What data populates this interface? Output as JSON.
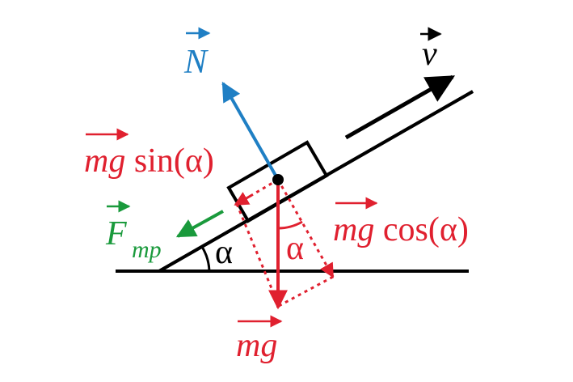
{
  "colors": {
    "black": "#000000",
    "blue": "#1f7fc4",
    "red": "#e0202f",
    "green": "#1a9a3c"
  },
  "labels": {
    "normal": "N",
    "velocity": "v",
    "weight": "mg",
    "friction_main": "F",
    "friction_sub": "mp",
    "parallel_vec": "mg",
    "parallel_fn": " sin(α)",
    "perp_vec": "mg",
    "perp_fn": " cos(α)",
    "angle_incline": "α",
    "angle_vertical": "α"
  }
}
